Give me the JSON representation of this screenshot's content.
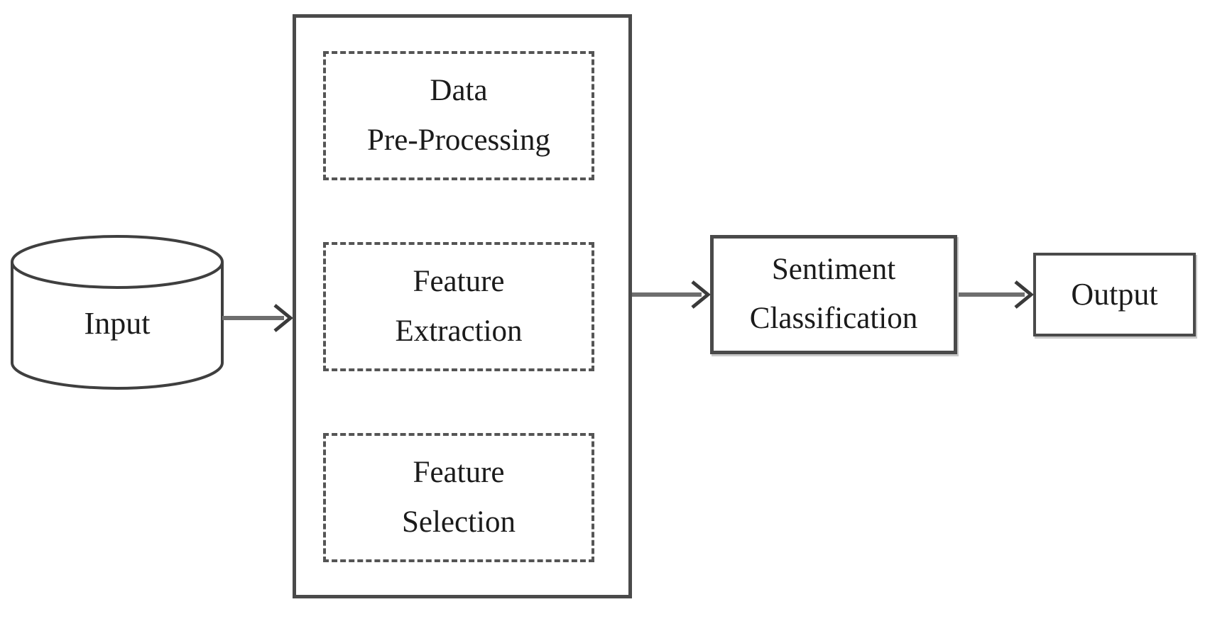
{
  "diagram": {
    "type": "flowchart",
    "description": "Sentiment classification pipeline",
    "nodes": {
      "input": {
        "label": "Input",
        "shape": "database-cylinder"
      },
      "processing": {
        "shape": "container-rectangle",
        "steps": [
          {
            "line1": "Data",
            "line2": "Pre-Processing"
          },
          {
            "line1": "Feature",
            "line2": "Extraction"
          },
          {
            "line1": "Feature",
            "line2": "Selection"
          }
        ]
      },
      "sentiment_classification": {
        "line1": "Sentiment",
        "line2": "Classification",
        "shape": "rectangle"
      },
      "output": {
        "label": "Output",
        "shape": "rectangle"
      }
    },
    "edges": [
      {
        "from": "input",
        "to": "processing"
      },
      {
        "from": "processing",
        "to": "sentiment_classification"
      },
      {
        "from": "sentiment_classification",
        "to": "output"
      }
    ],
    "colors": {
      "box_border": "#4a4a4a",
      "dashed_border": "#555555",
      "arrow_shaft": "#6e6e6e",
      "arrow_head": "#3a3a3a",
      "text": "#1b1b1b",
      "background": "#ffffff"
    }
  }
}
